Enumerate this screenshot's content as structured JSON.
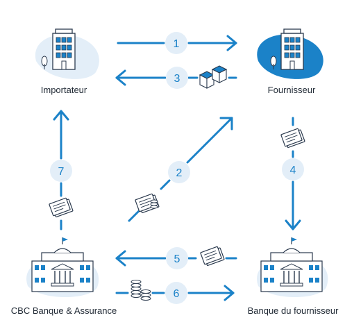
{
  "nodes": {
    "importateur": "Importateur",
    "fournisseur": "Fournisseur",
    "cbc": "CBC Banque & Assurance",
    "banque_fournisseur": "Banque du fournisseur"
  },
  "steps": [
    "1",
    "2",
    "3",
    "4",
    "5",
    "6",
    "7"
  ],
  "colors": {
    "accent": "#1b82c8",
    "blob_light": "#e3eef8",
    "blob_dark": "#1b82c8",
    "outline": "#2b3a4e"
  },
  "icons": {
    "importateur": "office-building-icon",
    "fournisseur": "office-building-icon",
    "cbc": "bank-building-icon",
    "banque_fournisseur": "bank-building-icon",
    "step3": "boxes-icon",
    "step2": "documents-coins-icon",
    "step4": "documents-icon",
    "step5": "documents-icon",
    "step6": "coins-icon",
    "step7": "documents-icon"
  }
}
